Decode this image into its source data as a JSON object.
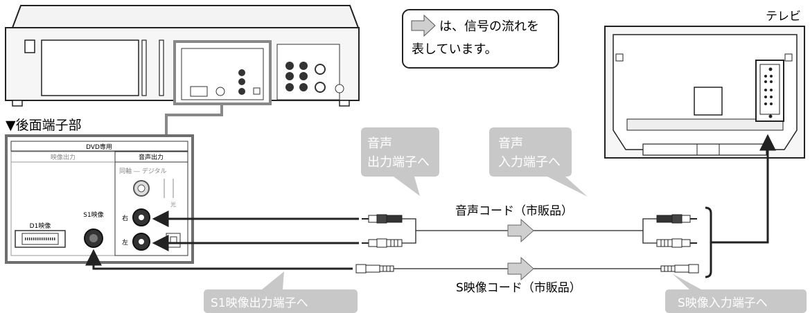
{
  "tv_label": "テレビ",
  "legend": {
    "line1": "は、信号の流れを",
    "line2": "表しています。"
  },
  "rear_panel_heading": "▼後面端子部",
  "panel": {
    "title": "DVD専用",
    "video_out": "映像出力",
    "audio_out": "音声出力",
    "coax_digital": "同軸 ― デジタル",
    "optical": "光",
    "s1_video": "S1映像",
    "d1_video": "D1映像",
    "right": "右",
    "left": "左"
  },
  "callouts": {
    "audio_out": [
      "音声",
      "出力端子へ"
    ],
    "audio_in": [
      "音声",
      "入力端子へ"
    ],
    "s1_out": "S1映像出力端子へ",
    "s_in": "S映像入力端子へ"
  },
  "cables": {
    "audio_cord": "音声コード（市販品）",
    "s_video_cord": "S映像コード（市販品）"
  },
  "colors": {
    "callout": "#c8c8c8",
    "panel_border": "#6e6e6e",
    "ink": "#222222"
  }
}
